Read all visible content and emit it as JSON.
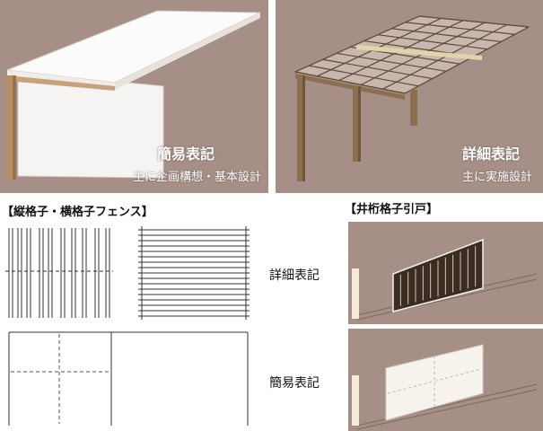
{
  "panels": {
    "simple": {
      "title": "簡易表記",
      "subtitle": "主に企画構想・基本設計"
    },
    "detailed": {
      "title": "詳細表記",
      "subtitle": "主に実施設計"
    }
  },
  "fence": {
    "heading": "【縦格子・横格子フェンス】"
  },
  "gate": {
    "heading": "【井桁格子引戸】"
  },
  "labels": {
    "detailed": "詳細表記",
    "simple": "簡易表記"
  },
  "colors": {
    "panel_bg": "#a58f86",
    "frame": "#8b6f4e",
    "wall": "#f4f1ee"
  }
}
